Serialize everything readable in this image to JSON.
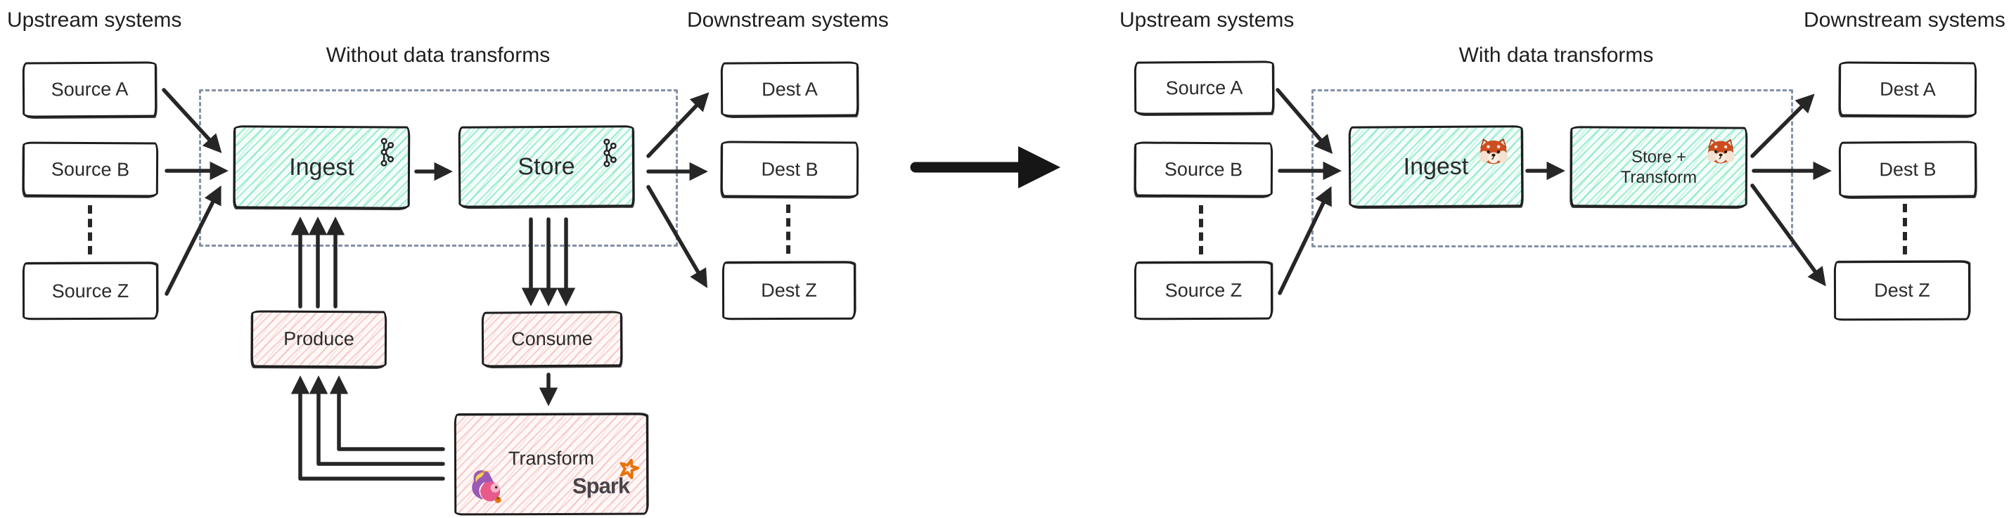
{
  "left_diagram": {
    "upstream_title": "Upstream systems",
    "title": "Without data transforms",
    "downstream_title": "Downstream systems",
    "sources": [
      "Source A",
      "Source B",
      "Source Z"
    ],
    "destinations": [
      "Dest A",
      "Dest B",
      "Dest Z"
    ],
    "nodes": {
      "ingest": "Ingest",
      "store": "Store",
      "produce": "Produce",
      "consume": "Consume",
      "transform": "Transform"
    },
    "spark_wordmark": "Spark",
    "icons": {
      "ingest": "kafka-icon",
      "store": "kafka-icon",
      "transform_bottom_left": "flink-squirrel-icon",
      "transform_bottom_right": "spark-logo"
    }
  },
  "right_diagram": {
    "upstream_title": "Upstream systems",
    "title": "With data transforms",
    "downstream_title": "Downstream systems",
    "sources": [
      "Source A",
      "Source B",
      "Source Z"
    ],
    "destinations": [
      "Dest A",
      "Dest B",
      "Dest Z"
    ],
    "nodes": {
      "ingest": "Ingest",
      "store_transform_line1": "Store +",
      "store_transform_line2": "Transform"
    },
    "icons": {
      "ingest": "redpanda-icon",
      "store_transform": "redpanda-icon"
    }
  },
  "colors": {
    "teal_hatch": "#54deac",
    "pink_hatch": "#ee948e",
    "box_border": "#1d1d1d",
    "dashed_outline": "#8391a7",
    "arrow": "#262626",
    "spark_orange": "#e8730c"
  }
}
